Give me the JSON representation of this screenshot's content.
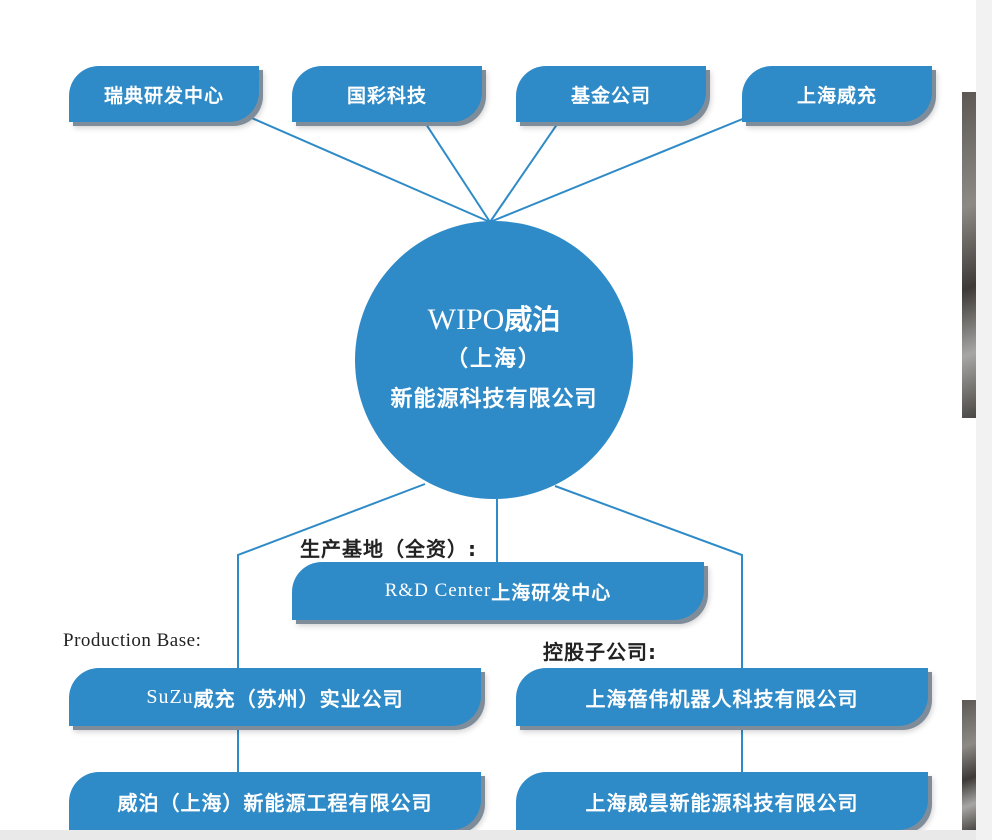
{
  "top_nodes": [
    "瑞典研发中心",
    "国彩科技",
    "基金公司",
    "上海威充"
  ],
  "center": {
    "line1_latin": "WIPO",
    "line1_cn": "威泊",
    "line2": "（上海）",
    "line3": "新能源科技有限公司"
  },
  "labels": {
    "production_cn": "生产基地（全资）:",
    "production_en": "Production Base:",
    "holding": "控股子公司:"
  },
  "rd_center": {
    "latin": "R&D Center",
    "cn": "上海研发中心"
  },
  "production_nodes": [
    {
      "latin": "SuZu",
      "cn": "威充（苏州）实业公司"
    },
    {
      "latin": "",
      "cn": "威泊（上海）新能源工程有限公司"
    }
  ],
  "holding_nodes": [
    "上海蓓伟机器人科技有限公司",
    "上海威昙新能源科技有限公司"
  ],
  "colors": {
    "node_fill": "#2f8bc7",
    "node_shadow": "#7f8c99",
    "connector": "#2f8bc7",
    "label_text": "#222222",
    "background": "#ffffff"
  }
}
